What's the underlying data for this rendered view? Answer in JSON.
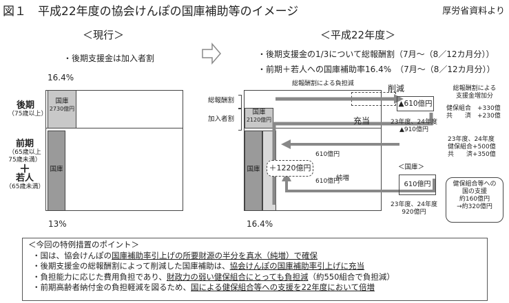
{
  "header": {
    "title": "図１　平成22年度の協会けんぽの国庫補助等のイメージ",
    "source": "厚労省資料より"
  },
  "left": {
    "heading": "＜現行＞",
    "note": "・後期支援金は加入者割",
    "pct_top": "16.4%",
    "pct_bottom": "13%",
    "row_elder": "後期",
    "row_elder_sub": "（75歳以上）",
    "row_early": "前期",
    "row_early_sub1": "（65歳以上",
    "row_early_sub2": "75歳未満）",
    "plus": "＋",
    "row_young": "若人",
    "row_young_sub": "（65歳未満）",
    "kokko1": "国庫",
    "kokko1_amount": "2730億円",
    "kokko2": "国庫"
  },
  "right": {
    "heading": "＜平成22年度＞",
    "note1": "・後期支援金の1/3について総報酬割（7月～（8／12カ月分））",
    "note2": "・前期＋若人への国庫補助率16.4%　（7月～（8／12カ月分））",
    "lbl_soho": "総報酬割",
    "lbl_kanyu": "加入者割",
    "soho_burden": "総報酬割による負担減",
    "sakugen": "削減",
    "kokko_a": "国庫",
    "kokko_a_amount": "2120億円",
    "jutou": "充当",
    "amt_610_a": "▲610億円",
    "note_2324_a1": "23年度、24年度",
    "note_2324_a2": "▲910億円",
    "amt_610_b": "610億円",
    "amt_610_c": "610億円",
    "kokko_b": "国庫",
    "plus_1220": "＋1220億円",
    "junzou": "純増",
    "kokko_box_title": "＜国庫＞",
    "kokko_box_amount": "610億円",
    "note_2324_b1": "23年度、24年度",
    "note_2324_b2": "920億円",
    "pct_bottom": "16.4%"
  },
  "side": {
    "increase_title1": "総報酬割による",
    "increase_title2": "支援金増加分",
    "kenpo1": "健保組合　+330億",
    "kyosai1": "共　　済　+230億",
    "y2324": "23年度、24年度",
    "kenpo2": "健保組合+500億",
    "kyosai2": "共　　済+350億",
    "support1": "健保組合等への",
    "support2": "国の支援",
    "support3": "約160億円",
    "support4": "→約320億円"
  },
  "points": {
    "heading": "＜今回の特例措置のポイント＞",
    "p1_a": "・国は、協会けんぽの",
    "p1_u": "国庫補助率引上げの所要財源の半分を真水（純増）で確保",
    "p2_a": "・後期支援金の総報酬割によって削減した国庫補助は、",
    "p2_u": "協会けんぽの国庫補助率引上げに充当",
    "p3_a": "・負担能力に応じた費用負担であり、",
    "p3_u": "財政力の弱い健保組合にとっても負担減",
    "p3_b": "（約550組合で負担減）",
    "p4_a": "・前期高齢者納付金の負担軽減を図るため、",
    "p4_u": "国による健保組合等への支援を22年度において倍増"
  }
}
